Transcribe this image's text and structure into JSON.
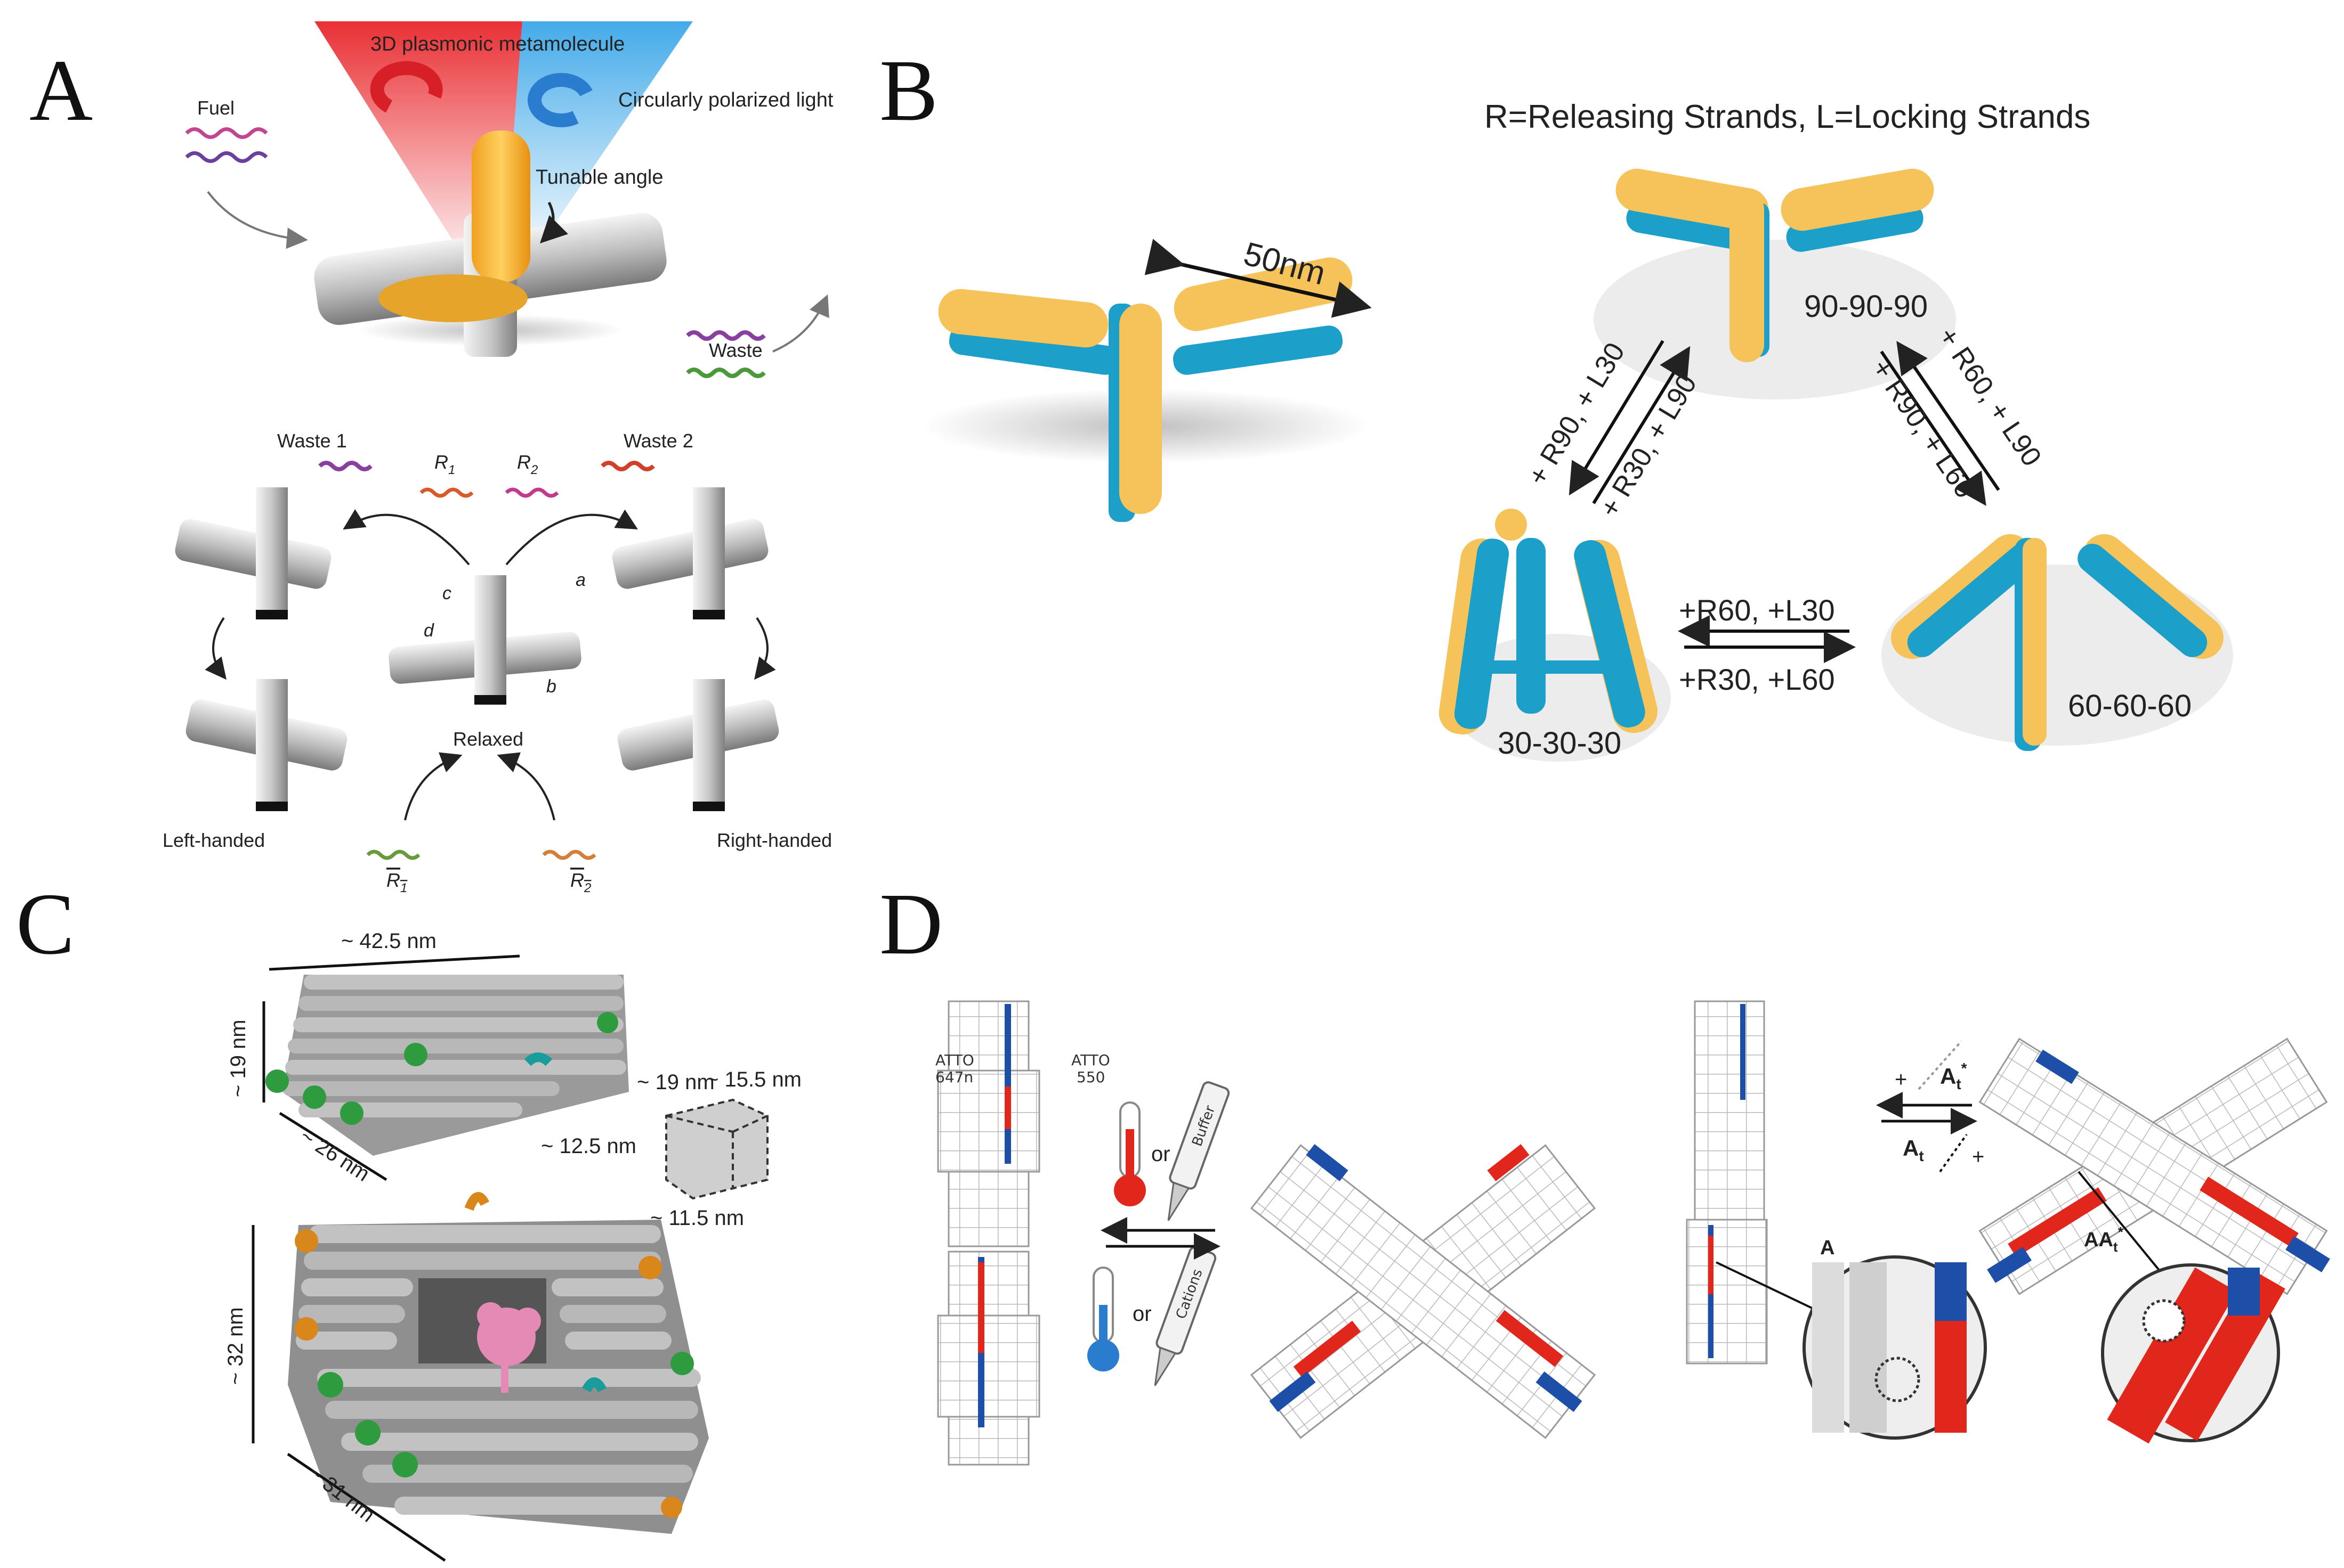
{
  "panels": {
    "A": {
      "letter": "A",
      "title": "3D plasmonic metamolecule",
      "light": "Circularly polarized light",
      "fuel": "Fuel",
      "angle": "Tunable angle",
      "waste": "Waste",
      "waste1": "Waste 1",
      "waste2": "Waste 2",
      "r1": "R",
      "r1sub": "1",
      "r2": "R",
      "r2sub": "2",
      "site_a": "a",
      "site_b": "b",
      "site_c": "c",
      "site_d": "d",
      "relaxed": "Relaxed",
      "left": "Left-handed",
      "right": "Right-handed",
      "r1bar": "R",
      "r1barsub": "1",
      "r2bar": "R",
      "r2barsub": "2"
    },
    "B": {
      "letter": "B",
      "legend": "R=Releasing Strands, L=Locking Strands",
      "size": "50nm",
      "state_top": "90-90-90",
      "state_left": "30-30-30",
      "state_right": "60-60-60",
      "left_up": "+ R90, + L30",
      "left_down": "+ R30, + L90",
      "right_up": "+ R60, + L90",
      "right_down": "+ R90, + L60",
      "bottom_top": "+R60, +L30",
      "bottom_bottom": "+R30, +L60"
    },
    "C": {
      "letter": "C",
      "len": "~ 42.5 nm",
      "height": "~ 19 nm",
      "depth": "~ 26 nm",
      "box_top1": "~ 19 nm",
      "box_top2": "~ 15.5 nm",
      "box_side": "~ 12.5 nm",
      "box_bottom": "~ 11.5 nm",
      "height2": "~ 32 nm",
      "depth2": "~ 31 nm"
    },
    "D": {
      "letter": "D",
      "atto1a": "ATTO",
      "atto1b": "647n",
      "atto2a": "ATTO",
      "atto2b": "550",
      "or1": "or",
      "or2": "or",
      "buffer": "Buffer",
      "cations": "Cations",
      "plus_top": "+",
      "at_top": "A",
      "at_top_sub": "t",
      "at_top_sup": "*",
      "at_bottom": "A",
      "at_bottom_sub": "t",
      "plus_bottom": "+",
      "inset_a": "A",
      "inset_aat": "AA",
      "inset_aat_sub": "t",
      "inset_aat_sup": "*"
    }
  },
  "colors": {
    "gold": "#f5c35a",
    "cyan": "#1c9fc9",
    "red": "#e1261c",
    "blue": "#1d4fa8",
    "grey": "#a8a8a8",
    "green": "#2e9b3e",
    "orange": "#d9861b",
    "teal": "#1a9c9c",
    "pink": "#e58ab5"
  }
}
